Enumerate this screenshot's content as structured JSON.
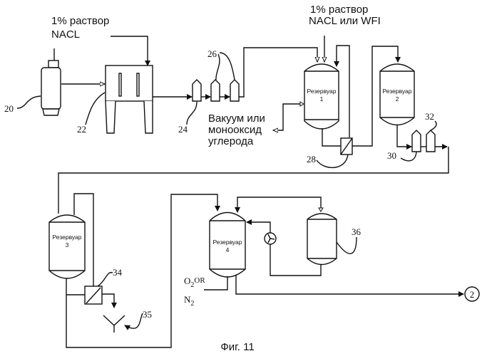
{
  "figure_caption": "Фиг. 11",
  "inputs": {
    "nacl_line1": "1% раствор",
    "nacl_line2": "NACL",
    "nacl_wfi_line1": "1% раствор",
    "nacl_wfi_line2": "NACL или WFI",
    "vacuum_line1": "Вакуум или",
    "vacuum_line2": "монооксид",
    "vacuum_line3": "углерода",
    "gas_o2": "O",
    "gas_o2_sub": "2",
    "gas_or": "OR",
    "gas_n2": "N",
    "gas_n2_sub": "2"
  },
  "reservoirs": [
    {
      "name": "Резервуар",
      "number": "1"
    },
    {
      "name": "Резервуар",
      "number": "2"
    },
    {
      "name": "Резервуар",
      "number": "3"
    },
    {
      "name": "Резервуар",
      "number": "4"
    }
  ],
  "reference_numbers": {
    "bottle": "20",
    "tank": "22",
    "filter_first": "24",
    "filters_pair": "26",
    "filter_28": "28",
    "filter_30": "30",
    "filter_32": "32",
    "filter_34": "34",
    "drain": "35",
    "vessel_36": "36",
    "connector": "2"
  }
}
